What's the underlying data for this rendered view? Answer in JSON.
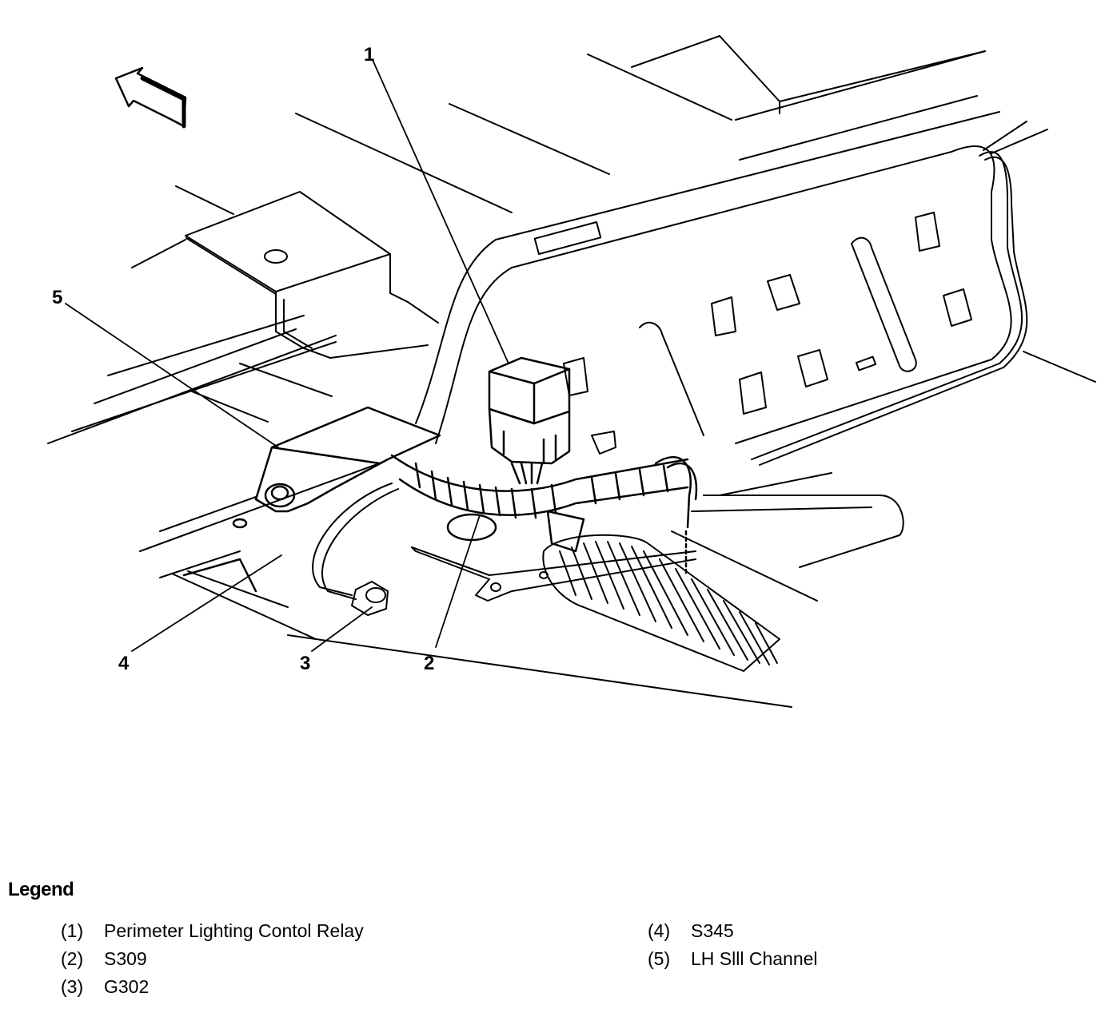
{
  "callouts": [
    "1",
    "2",
    "3",
    "4",
    "5"
  ],
  "legend": {
    "title": "Legend",
    "items": [
      {
        "key": "(1)",
        "label": "Perimeter Lighting Contol Relay"
      },
      {
        "key": "(2)",
        "label": "S309"
      },
      {
        "key": "(3)",
        "label": "G302"
      },
      {
        "key": "(4)",
        "label": "S345"
      },
      {
        "key": "(5)",
        "label": "LH Slll Channel"
      }
    ]
  },
  "icons": {
    "direction_arrow": "forward-arrow-icon"
  }
}
